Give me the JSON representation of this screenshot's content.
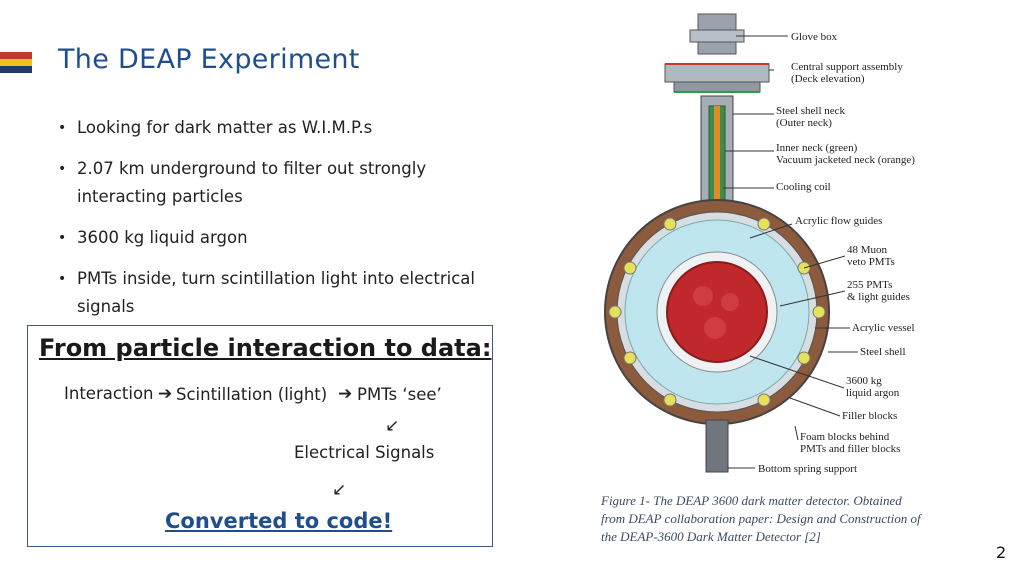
{
  "title": "The DEAP Experiment",
  "bullets": [
    "Looking for dark matter as W.I.M.P.s",
    "2.07 km underground to filter out strongly interacting particles",
    "3600 kg liquid argon",
    "PMTs inside, turn scintillation light into electrical signals"
  ],
  "box": {
    "heading": "From particle interaction to data:",
    "interaction": "Interaction",
    "scintillation": "Scintillation (light)",
    "pmts": "PMTs ‘see’",
    "electrical": "Electrical Signals",
    "converted": "Converted to code!"
  },
  "figure_labels": {
    "glove_box": "Glove box",
    "central_support_1": "Central support assembly",
    "central_support_2": "(Deck elevation)",
    "steel_neck_1": "Steel shell neck",
    "steel_neck_2": "(Outer neck)",
    "inner_neck_1": "Inner neck (green)",
    "inner_neck_2": "Vacuum jacketed neck (orange)",
    "cooling_coil": "Cooling coil",
    "acrylic_flow": "Acrylic flow guides",
    "muon_1": "48 Muon",
    "muon_2": "veto PMTs",
    "pmts_1": "255 PMTs",
    "pmts_2": "& light guides",
    "acrylic_vessel": "Acrylic vessel",
    "steel_shell": "Steel shell",
    "argon_1": "3600 kg",
    "argon_2": "liquid argon",
    "filler_blocks": "Filler blocks",
    "foam_1": "Foam blocks behind",
    "foam_2": "PMTs and filler blocks",
    "bottom_spring": "Bottom spring support"
  },
  "caption": "Figure 1- The DEAP 3600 dark matter detector. Obtained from DEAP collaboration paper: Design and Construction of the DEAP-3600 Dark Matter Detector [2]",
  "page_number": "2",
  "colors": {
    "title": "#1f4e8c",
    "accent_red": "#c0392b",
    "accent_yellow": "#f0c020",
    "accent_navy": "#1f3a6b",
    "vessel_red": "#c0282b"
  }
}
